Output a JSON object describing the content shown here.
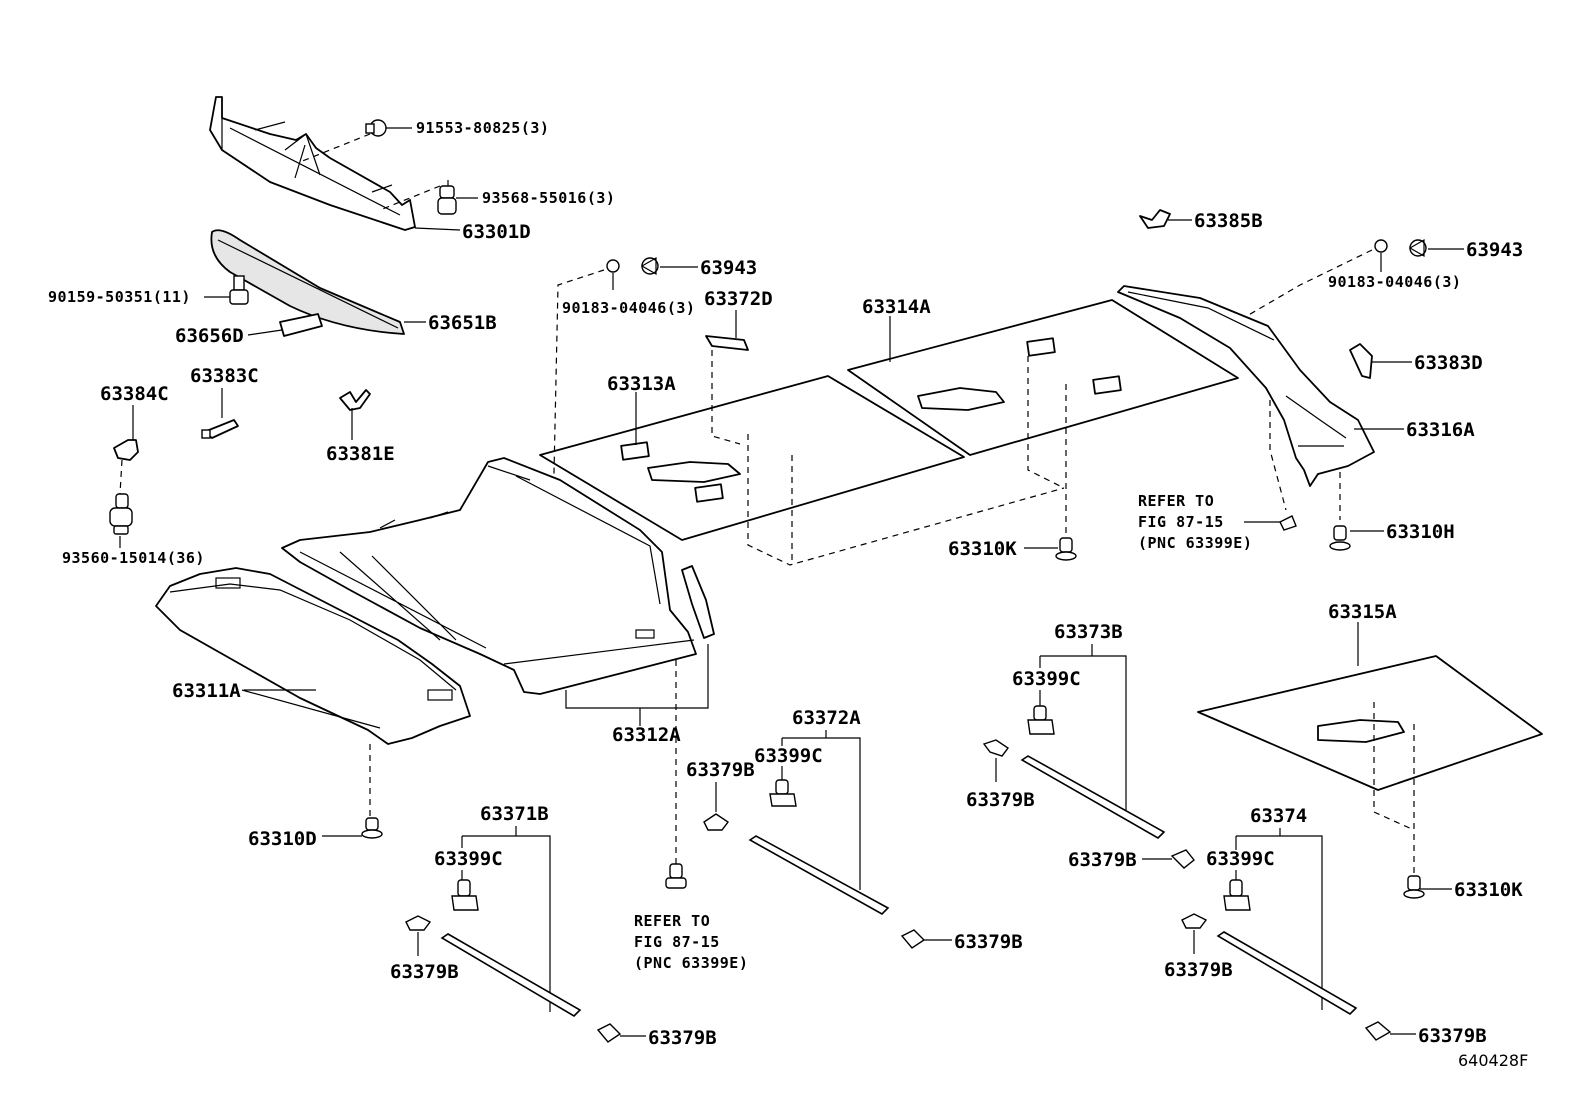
{
  "labels": {
    "p91553": "91553-80825(3)",
    "p93568": "93568-55016(3)",
    "p63301D": "63301D",
    "p90159": "90159-50351(11)",
    "p63651B": "63651B",
    "p63656D": "63656D",
    "p63384C": "63384C",
    "p63383C": "63383C",
    "p63381E": "63381E",
    "p93560": "93560-15014(36)",
    "p63943_left": "63943",
    "p90183_left": "90183-04046(3)",
    "p63372D": "63372D",
    "p63313A": "63313A",
    "p63314A": "63314A",
    "p63385B": "63385B",
    "p63943_right": "63943",
    "p90183_right": "90183-04046(3)",
    "p63383D": "63383D",
    "p63316A": "63316A",
    "p63310H": "63310H",
    "p63310K_top": "63310K",
    "p63311A": "63311A",
    "p63312A": "63312A",
    "p63310D": "63310D",
    "p63373B": "63373B",
    "p63399C_a": "63399C",
    "p63379B_a": "63379B",
    "p63379B_b": "63379B",
    "p63315A": "63315A",
    "p63310K_bottom": "63310K",
    "p63372A": "63372A",
    "p63399C_b": "63399C",
    "p63379B_c": "63379B",
    "p63379B_d": "63379B",
    "p63371B": "63371B",
    "p63399C_c": "63399C",
    "p63379B_e": "63379B",
    "p63379B_f": "63379B",
    "p63374": "63374",
    "p63399C_d": "63399C",
    "p63379B_g": "63379B",
    "p63379B_h": "63379B"
  },
  "notes": {
    "refer_right": {
      "line1": "REFER TO",
      "line2": "FIG 87-15",
      "line3": "(PNC 63399E)"
    },
    "refer_center": {
      "line1": "REFER TO",
      "line2": "FIG 87-15",
      "line3": "(PNC 63399E)"
    }
  },
  "figure_id": "640428F"
}
